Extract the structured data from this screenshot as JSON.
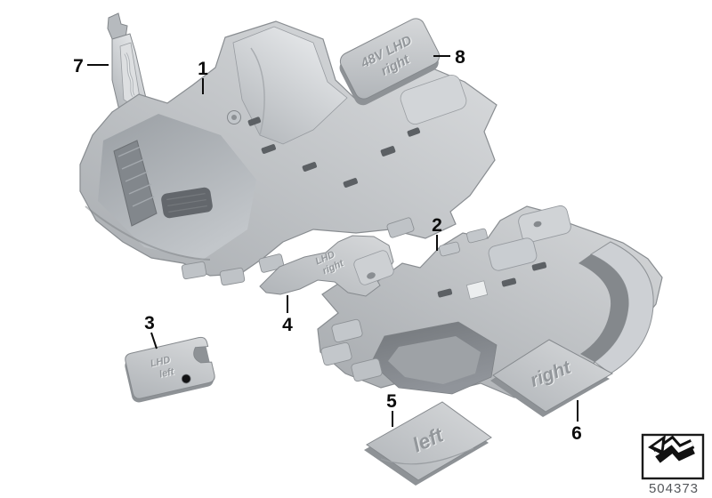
{
  "diagram": {
    "colors": {
      "background": "#ffffff",
      "part_base": "#c6cacd",
      "part_edge": "#85898d",
      "dark_insert": "#63676c",
      "callout": "#0c0c0c",
      "footer_text": "#54575b"
    },
    "callouts": [
      {
        "number": "1"
      },
      {
        "number": "2"
      },
      {
        "number": "3"
      },
      {
        "number": "4"
      },
      {
        "number": "5"
      },
      {
        "number": "6"
      },
      {
        "number": "7"
      },
      {
        "number": "8"
      }
    ],
    "embossed": {
      "pad_48v": {
        "line1": "48V LHD",
        "line2": "right"
      },
      "pad_front_left": {
        "line1": "LHD",
        "line2": "left"
      },
      "pad_front_right": {
        "line1": "LHD",
        "line2": "right"
      },
      "pad_rear_left": {
        "label": "left"
      },
      "pad_rear_right": {
        "label": "right"
      }
    },
    "footer": {
      "number": "504373",
      "icon": "bent-arrow-icon"
    }
  }
}
